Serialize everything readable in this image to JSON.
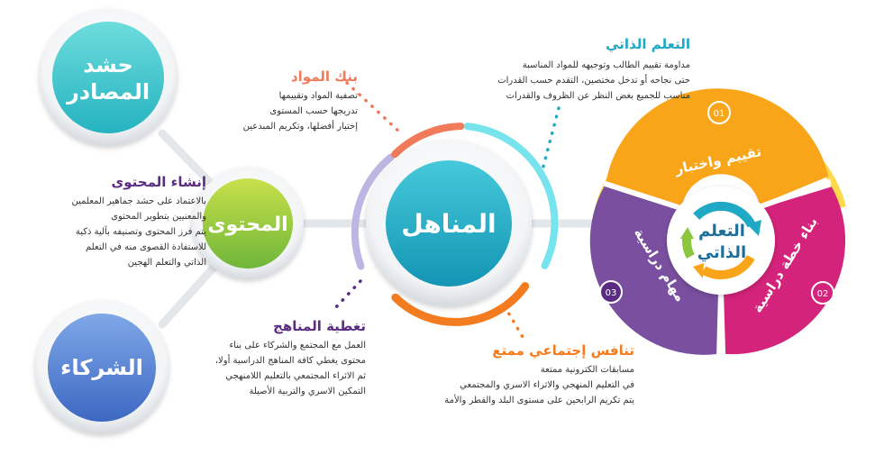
{
  "colors": {
    "teal": "#1FA9C4",
    "green": "#8CC63F",
    "blue": "#4A7BD0",
    "purple": "#5B2C83",
    "orange": "#F47C20",
    "magenta": "#D4237B",
    "violet": "#7A4FA0",
    "yellow": "#F9A51A",
    "salmon": "#F07A5A",
    "cyan": "#4FC3D0"
  },
  "center": {
    "label": "المناهل"
  },
  "content": {
    "label": "المحتوى"
  },
  "sources": {
    "label_line1": "حشد",
    "label_line2": "المصادر"
  },
  "partners": {
    "label": "الشركاء"
  },
  "self_learning_circle": {
    "label_line1": "التعلم",
    "label_line2": "الذاتي"
  },
  "ring_segments": {
    "s1": {
      "number": "01",
      "label": "تقييم واختبار"
    },
    "s2": {
      "number": "02",
      "label": "بناء خطة دراسية"
    },
    "s3": {
      "number": "03",
      "label": "مهام دراسية"
    }
  },
  "blocks": {
    "self_learning": {
      "title": "التعلم الذاتي",
      "lines": [
        "مداومة تقييم الطالب وتوجيهه للمواد المناسبة",
        "حتى نجاحه أو تدخل مختصين، التقدم حسب القدرات",
        "مناسب للجميع بغض النظر عن الظروف والقدرات"
      ]
    },
    "materials_bank": {
      "title": "بنك المواد",
      "lines": [
        "تصفية المواد وتقييمها",
        "تدريجها حسب المستوى",
        "إختيار أفضلها، وتكريم المبدعين"
      ]
    },
    "content_creation": {
      "title": "إنشاء المحتوى",
      "lines": [
        "بالاعتماد على حشد جماهير المعلمين",
        "والمعنيين بتطوير المحتوى",
        "يتم فرز المحتوى وتصنيفه بآلية ذكية",
        "للاستفادة القصوى منه في التعلم",
        "الذاتي والتعلم الهجين"
      ]
    },
    "curriculum_coverage": {
      "title": "تغطية المناهج",
      "lines": [
        "العمل مع المجتمع والشركاء على بناء",
        "محتوى يغطي كافة المناهج الدراسية  أولا،",
        "ثم الاثراء المجتمعي بالتعليم اللامنهجي",
        "التمكين الاسري والتربية الأصيلة"
      ]
    },
    "social_competition": {
      "title": "تنافس إجتماعي ممتع",
      "lines": [
        "مسابقات الكترونية ممتعة",
        "في التعليم المنهجي والاثراء الاسري والمجتمعي",
        "يتم تكريم الرابحين على مستوى البلد والقطر والأمة"
      ]
    }
  }
}
